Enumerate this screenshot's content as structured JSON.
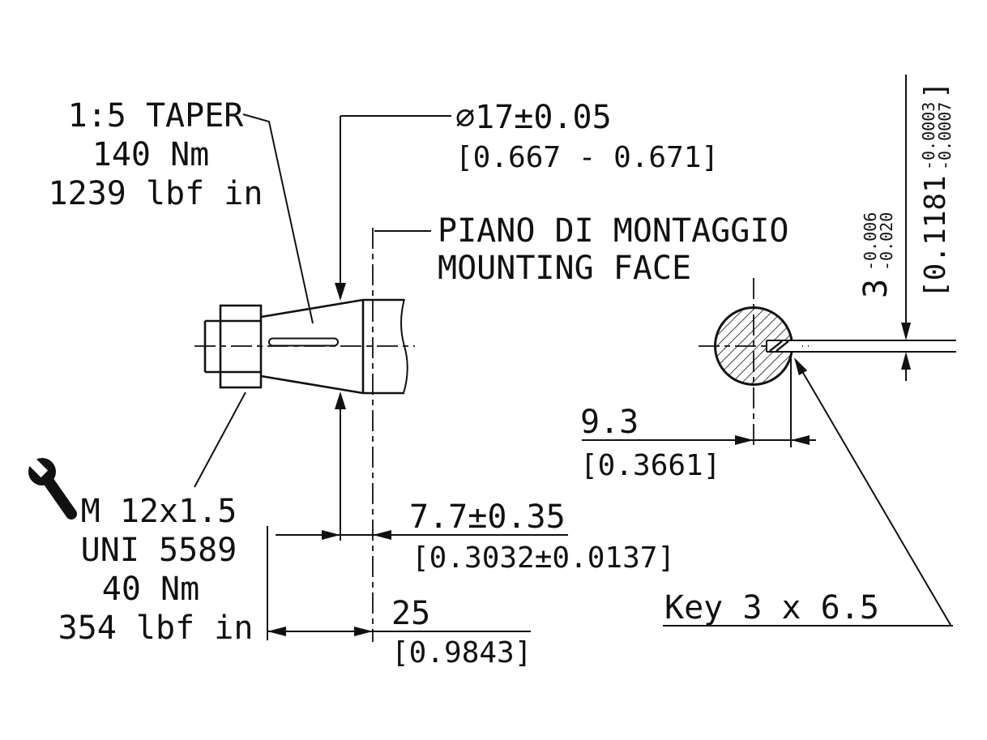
{
  "taper_callout": {
    "line1": "1:5 TAPER",
    "torque_nm": "140 Nm",
    "torque_lbf": "1239 lbf in"
  },
  "diameter_dim": {
    "value": "∅17±0.05",
    "bracket": "[0.667 - 0.671]"
  },
  "mounting_face": {
    "line1": "PIANO DI MONTAGGIO",
    "line2": "MOUNTING FACE"
  },
  "nut_callout": {
    "thread": "M 12x1.5",
    "standard": "UNI 5589",
    "torque_nm": "40 Nm",
    "torque_lbf": "354 lbf in"
  },
  "dim_offset": {
    "value": "9.3",
    "bracket": "[0.3661]"
  },
  "dim_face": {
    "value": "7.7±0.35",
    "bracket": "[0.3032±0.0137]"
  },
  "dim_length": {
    "value": "25",
    "bracket": "[0.9843]"
  },
  "key_callout": {
    "label": "Key 3 x 6.5"
  },
  "key_width_dim": {
    "value": "3",
    "tol_upper": "-0.006",
    "tol_lower": "-0.020",
    "bracket_open": "[0.1181",
    "bracket_tol_upper": "-0.0003",
    "bracket_tol_lower": "-0.0007",
    "bracket_close": "]"
  },
  "colors": {
    "ink": "#111111",
    "background": "#ffffff"
  }
}
